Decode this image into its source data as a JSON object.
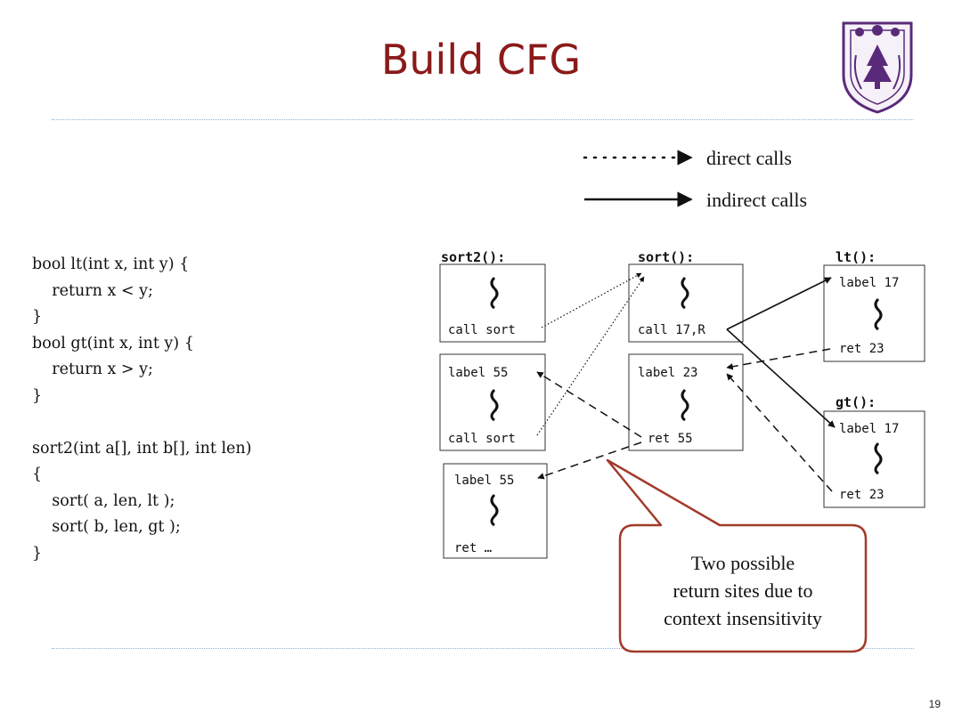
{
  "slide": {
    "title": "Build CFG",
    "page_number": "19"
  },
  "legend": {
    "direct_label": "direct calls",
    "indirect_label": "indirect calls"
  },
  "code_lines": [
    "bool lt(int x, int y) {",
    "    return x < y;",
    "}",
    "bool gt(int x, int y) {",
    "    return x > y;",
    "}",
    "",
    "sort2(int a[], int b[], int len)",
    "{",
    "    sort( a, len, lt );",
    "    sort( b, len, gt );",
    "}"
  ],
  "functions": {
    "sort2": {
      "header": "sort2():",
      "box1_call": "call sort",
      "box2_label": "label 55",
      "box2_call": "call sort",
      "box3_label": "label 55",
      "box3_ret": "ret …"
    },
    "sort": {
      "header": "sort():",
      "box1_call": "call 17,R",
      "box2_label": "label 23",
      "box2_ret": "ret 55"
    },
    "lt": {
      "header": "lt():",
      "label": "label 17",
      "ret": "ret 23"
    },
    "gt": {
      "header": "gt():",
      "label": "label 17",
      "ret": "ret 23"
    }
  },
  "callout": {
    "lines": [
      "Two possible",
      "return sites due to",
      "context insensitivity"
    ]
  },
  "colors": {
    "title": "#8b1a1a",
    "callout_border": "#a33a2a",
    "logo": "#5a2a7a",
    "rule": "#8fb3cf"
  },
  "icons": {
    "logo": "university-crest-icon"
  }
}
